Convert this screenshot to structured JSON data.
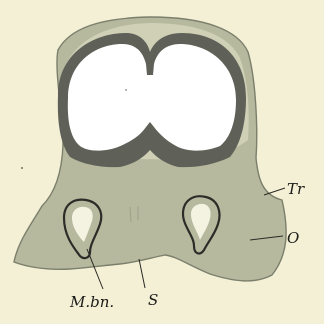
{
  "figure": {
    "labels": {
      "tr": "Tr",
      "o": "O",
      "mbn": "M.bn.",
      "s": "S"
    },
    "colors": {
      "background": "#f3f0d6",
      "outer_tissue": "#b6b99e",
      "outer_edge": "#7c7f6b",
      "cap_tissue": "#cfd0b6",
      "dark_wall": "#5f6158",
      "lumen": "#ffffff"
    }
  }
}
